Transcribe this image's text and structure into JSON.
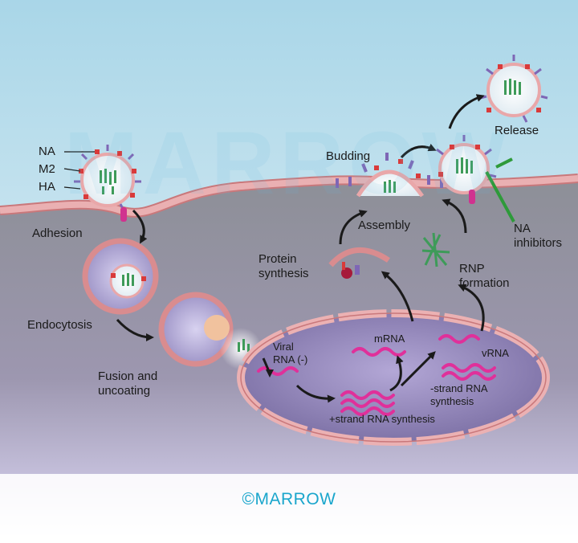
{
  "labels": {
    "na": "NA",
    "m2": "M2",
    "ha": "HA",
    "adhesion": "Adhesion",
    "endocytosis": "Endocytosis",
    "fusion": "Fusion and uncoating",
    "viral_rna": "Viral RNA (-)",
    "mrna": "mRNA",
    "vrna": "vRNA",
    "neg_strand": "-strand RNA synthesis",
    "pos_strand": "+strand RNA synthesis",
    "protein_synthesis": "Protein synthesis",
    "rnp_formation": "RNP formation",
    "assembly": "Assembly",
    "budding": "Budding",
    "release": "Release",
    "na_inhibitors": "NA inhibitors"
  },
  "branding": {
    "watermark": "MARROW",
    "footer_logo": "©MARROW"
  },
  "colors": {
    "membrane": "#e8a4a6",
    "membrane_edge": "#c9787b",
    "nucleus": "#8c7fb3",
    "rna": "#e0309a",
    "inhibitor": "#2e9a3a",
    "brand": "#1aa6cc"
  }
}
